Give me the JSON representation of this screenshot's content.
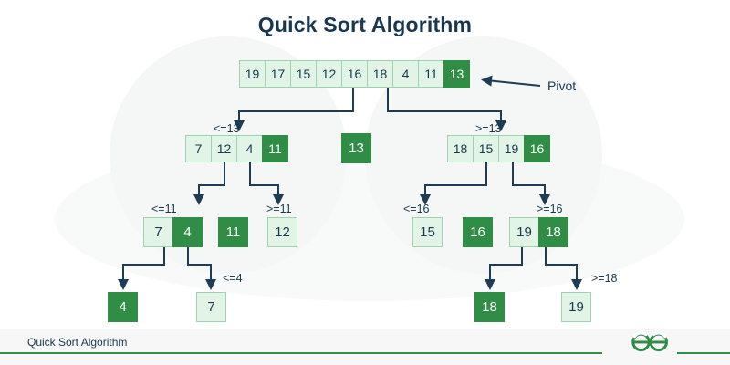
{
  "title": "Quick Sort Algorithm",
  "colors": {
    "pivot_fill": "#2f8d46",
    "cell_fill": "#e2f4e6",
    "cell_border": "#9fd2ae",
    "text_dark": "#17384f",
    "accent_green": "#2f8d46"
  },
  "levels": {
    "level1": {
      "array": {
        "values": [
          "19",
          "17",
          "15",
          "12",
          "16",
          "18",
          "4",
          "11",
          "13"
        ],
        "pivot_index": 8
      },
      "pivot_annotation": "Pivot"
    },
    "level2": {
      "left": {
        "label": "<=13",
        "values": [
          "7",
          "12",
          "4",
          "11"
        ],
        "pivot_index": 3
      },
      "middle": {
        "values": [
          "13"
        ],
        "pivot_index": 0
      },
      "right": {
        "label": ">=13",
        "values": [
          "18",
          "15",
          "19",
          "16"
        ],
        "pivot_index": 3
      }
    },
    "level3": {
      "left_lt": {
        "label": "<=11",
        "values": [
          "7",
          "4"
        ],
        "pivot_index": 1
      },
      "left_mid": {
        "values": [
          "11"
        ],
        "pivot_index": 0
      },
      "left_gt": {
        "label": ">=11",
        "values": [
          "12"
        ],
        "pivot_index": -1
      },
      "right_lt": {
        "label": "<=16",
        "values": [
          "15"
        ],
        "pivot_index": -1
      },
      "right_mid": {
        "values": [
          "16"
        ],
        "pivot_index": 0
      },
      "right_gt": {
        "label": ">=16",
        "values": [
          "19",
          "18"
        ],
        "pivot_index": 1
      }
    },
    "level4": {
      "left_lt": {
        "values": [
          "4"
        ],
        "pivot_index": 0
      },
      "left_gt": {
        "label": "<=4",
        "values": [
          "7"
        ],
        "pivot_index": -1
      },
      "right_lt": {
        "values": [
          "18"
        ],
        "pivot_index": 0
      },
      "right_gt": {
        "label": ">=18",
        "values": [
          "19"
        ],
        "pivot_index": -1
      }
    }
  },
  "footer": {
    "caption": "Quick Sort Algorithm",
    "logo_name": "geeksforgeeks-logo"
  }
}
